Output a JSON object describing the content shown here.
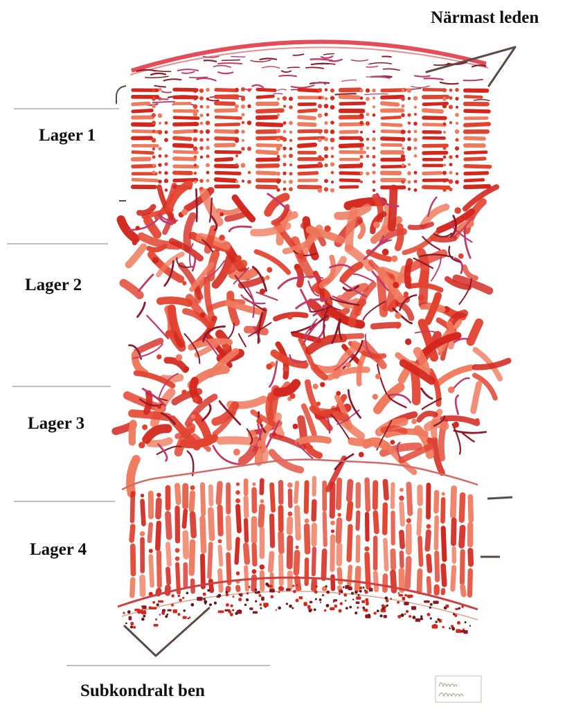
{
  "labels": {
    "top": "Närmast leden",
    "layer1": "Lager 1",
    "layer2": "Lager 2",
    "layer3": "Lager 3",
    "layer4": "Lager 4",
    "bottom": "Subkondralt ben"
  },
  "signature": {
    "text": "Anna Bjurfors"
  },
  "colors": {
    "red_dark": "#d3261d",
    "red_mid": "#e2432f",
    "red_light": "#ef7a5e",
    "maroon": "#8c1a2a",
    "pink": "#c23a6a",
    "leader_line": "#5a4a46",
    "separator": "#9a9a9a"
  }
}
